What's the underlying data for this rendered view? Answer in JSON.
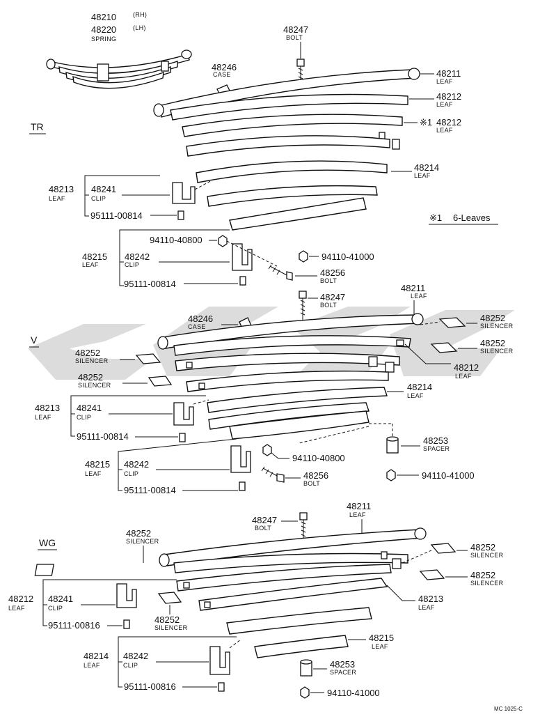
{
  "header": {
    "spring_rh_no": "48210",
    "spring_rh_side": "(RH)",
    "spring_lh_no": "48220",
    "spring_lh_side": "(LH)",
    "spring_name": "SPRING"
  },
  "tr": {
    "title": "TR",
    "note_mark": "※1",
    "note_text": "6-Leaves",
    "p48247": "48247",
    "p48247n": "BOLT",
    "p48246": "48246",
    "p48246n": "CASE",
    "p48211": "48211",
    "p48211n": "LEAF",
    "p48212a": "48212",
    "p48212an": "LEAF",
    "p48212b_mark": "※1",
    "p48212b": "48212",
    "p48212bn": "LEAF",
    "p48214": "48214",
    "p48214n": "LEAF",
    "p48213": "48213",
    "p48213n": "LEAF",
    "p48241": "48241",
    "p48241n": "CLIP",
    "p95111": "95111-00814",
    "p94110a": "94110-40800",
    "p94110b": "94110-41000",
    "p48215": "48215",
    "p48215n": "LEAF",
    "p48242": "48242",
    "p48242n": "CLIP",
    "p48256": "48256",
    "p48256n": "BOLT",
    "p95111b": "95111-00814"
  },
  "v": {
    "title": "V",
    "p48211": "48211",
    "p48211n": "LEAF",
    "p48247": "48247",
    "p48247n": "BOLT",
    "p48246": "48246",
    "p48246n": "CASE",
    "p48252a": "48252",
    "p48252an": "SILENCER",
    "p48252b": "48252",
    "p48252bn": "SILENCER",
    "p48252c": "48252",
    "p48252cn": "SILENCER",
    "p48252d": "48252",
    "p48252dn": "SILENCER",
    "p48212": "48212",
    "p48212n": "LEAF",
    "p48214": "48214",
    "p48214n": "LEAF",
    "p48213": "48213",
    "p48213n": "LEAF",
    "p48241": "48241",
    "p48241n": "CLIP",
    "p95111": "95111-00814",
    "p48253": "48253",
    "p48253n": "SPACER",
    "p48215": "48215",
    "p48215n": "LEAF",
    "p48242": "48242",
    "p48242n": "CLIP",
    "p94110a": "94110-40800",
    "p48256": "48256",
    "p48256n": "BOLT",
    "p94110b": "94110-41000",
    "p95111b": "95111-00814"
  },
  "wg": {
    "title": "WG",
    "p48211": "48211",
    "p48211n": "LEAF",
    "p48247": "48247",
    "p48247n": "BOLT",
    "p48252a": "48252",
    "p48252an": "SILENCER",
    "p48252b": "48252",
    "p48252bn": "SILENCER",
    "p48252c": "48252",
    "p48252cn": "SILENCER",
    "p48252d": "48252",
    "p48252dn": "SILENCER",
    "p48212": "48212",
    "p48212n": "LEAF",
    "p48241": "48241",
    "p48241n": "CLIP",
    "p95111a": "95111-00816",
    "p48213": "48213",
    "p48213n": "LEAF",
    "p48215": "48215",
    "p48215n": "LEAF",
    "p48214": "48214",
    "p48214n": "LEAF",
    "p48242": "48242",
    "p48242n": "CLIP",
    "p48253": "48253",
    "p48253n": "SPACER",
    "p95111b": "95111-00816",
    "p94110": "94110-41000"
  },
  "footer": {
    "code": "MC 1025-C"
  }
}
